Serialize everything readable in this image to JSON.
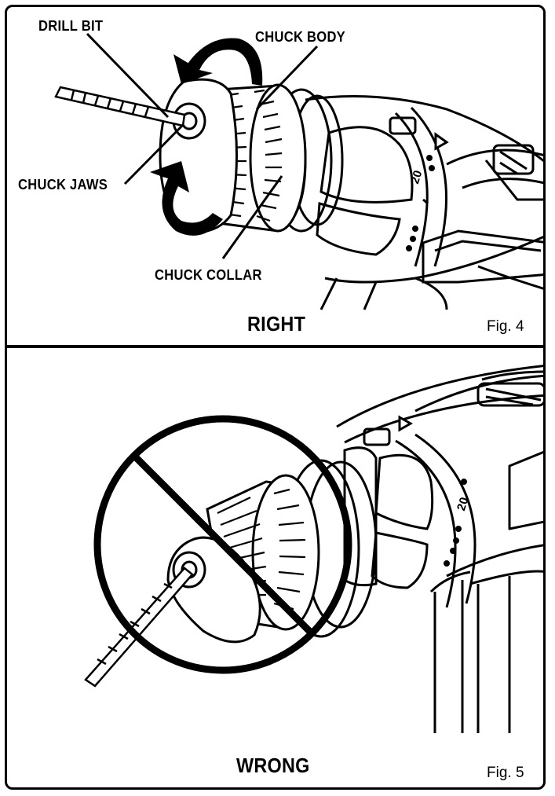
{
  "figure_top": {
    "labels": {
      "drill_bit": "DRILL BIT",
      "chuck_body": "CHUCK BODY",
      "chuck_jaws": "CHUCK JAWS",
      "chuck_collar": "CHUCK COLLAR"
    },
    "caption": "RIGHT",
    "fig_number": "Fig. 4",
    "dial_number": "20"
  },
  "figure_bottom": {
    "caption": "WRONG",
    "fig_number": "Fig. 5",
    "dial_number": "20"
  }
}
